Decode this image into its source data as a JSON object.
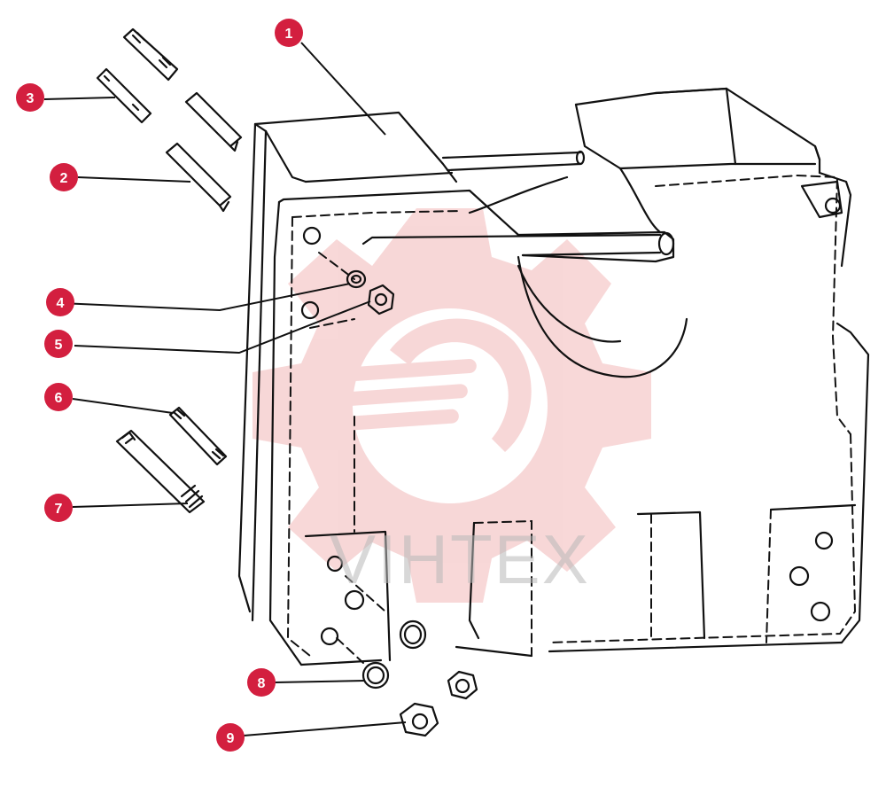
{
  "watermark": {
    "text": "VIHTEX",
    "logo_color": "#f2b8b8",
    "text_color": "#b9b9b9"
  },
  "callout_color": "#d31f3f",
  "callouts": [
    {
      "id": "1",
      "label": "1"
    },
    {
      "id": "2",
      "label": "2"
    },
    {
      "id": "3",
      "label": "3"
    },
    {
      "id": "4",
      "label": "4"
    },
    {
      "id": "5",
      "label": "5"
    },
    {
      "id": "6",
      "label": "6"
    },
    {
      "id": "7",
      "label": "7"
    },
    {
      "id": "8",
      "label": "8"
    },
    {
      "id": "9",
      "label": "9"
    }
  ]
}
